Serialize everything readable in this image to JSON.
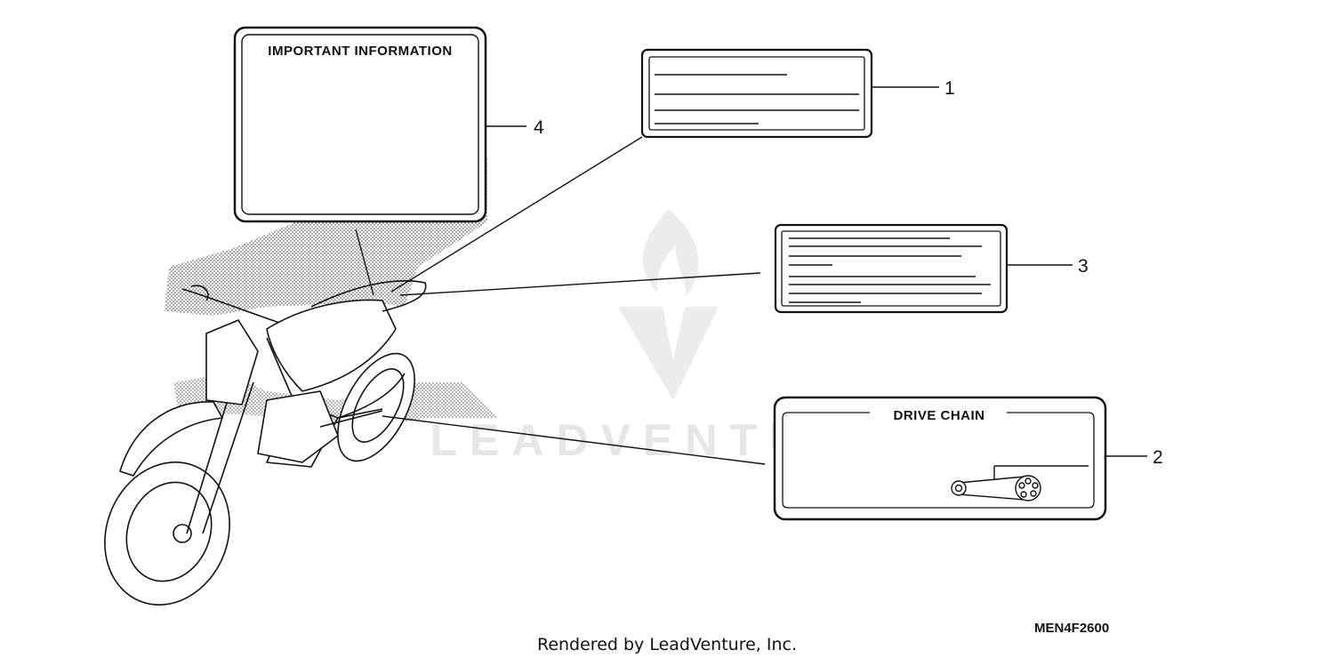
{
  "callouts": {
    "label_1": "1",
    "label_2": "2",
    "label_3": "3",
    "label_4": "4"
  },
  "labels": {
    "important_information_heading": "IMPORTANT INFORMATION",
    "drive_chain_heading": "DRIVE CHAIN"
  },
  "diagram_code": "MEN4F2600",
  "watermark": "LEADVENTURE",
  "render_credit": "Rendered by LeadVenture, Inc.",
  "icons": {
    "watermark_logo": "flame-v-logo-icon",
    "motorcycle": "dirt-bike-illustration",
    "chain": "drive-chain-icon"
  }
}
